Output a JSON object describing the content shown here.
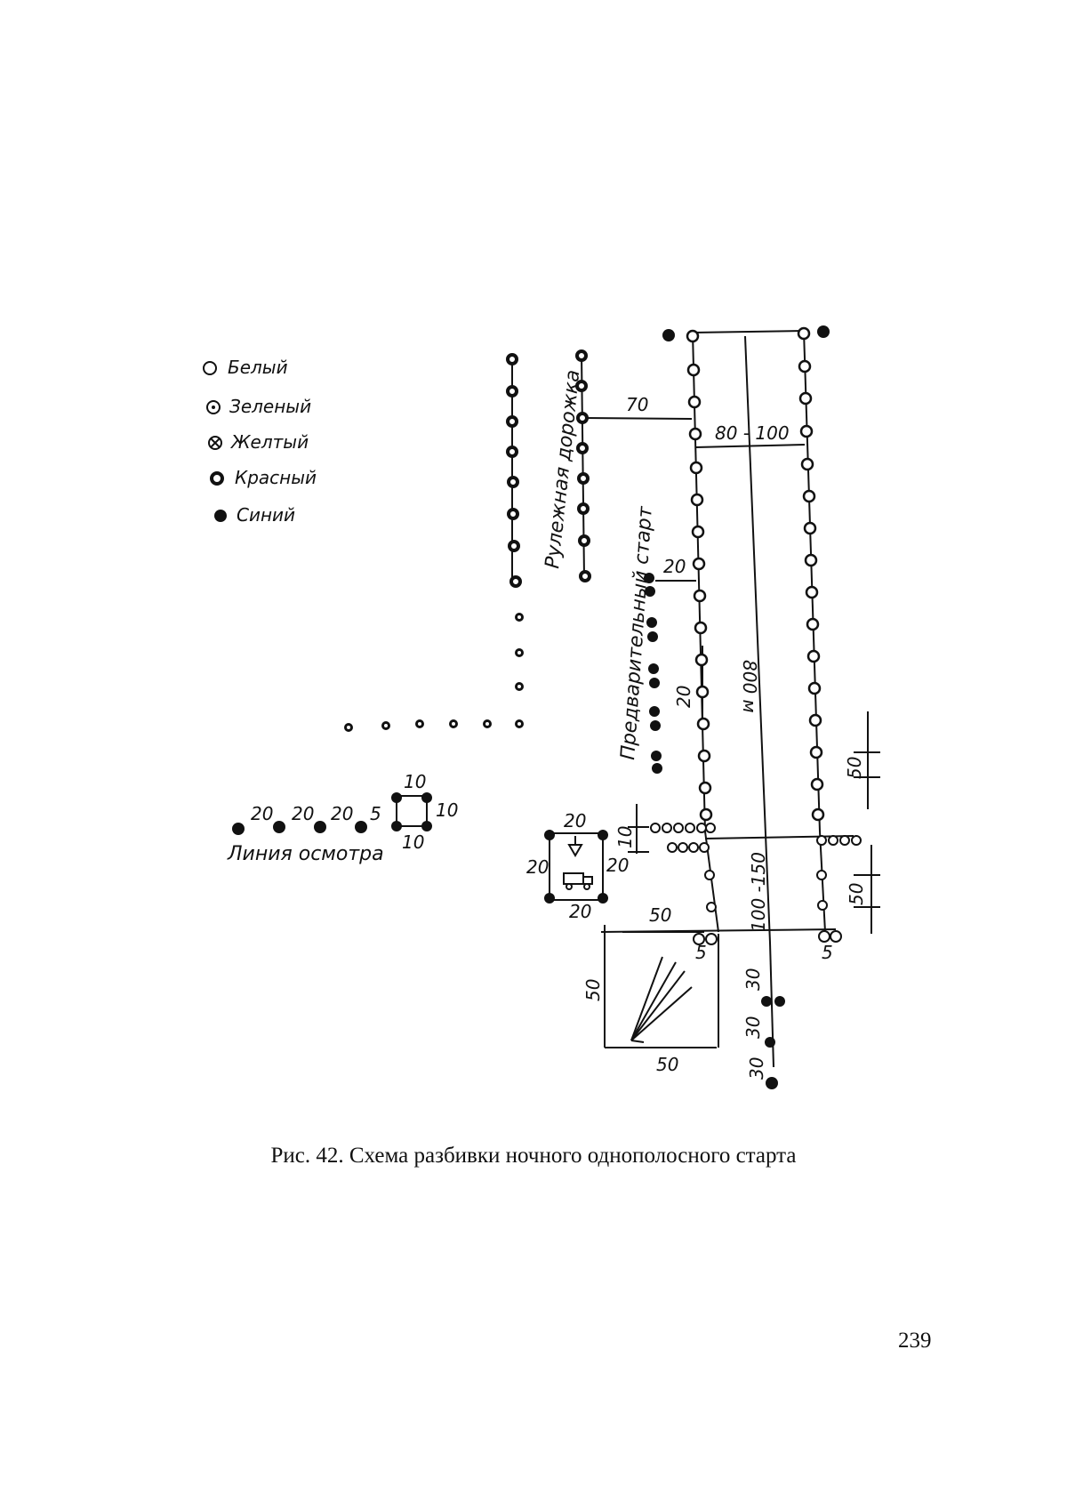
{
  "legend": {
    "white": "Белый",
    "green": "Зеленый",
    "yellow": "Желтый",
    "red": "Красный",
    "blue": "Синий"
  },
  "labels": {
    "taxiway": "Рулежная дорожка",
    "preliminary_start": "Предварительный старт",
    "inspection_line": "Линия осмотра",
    "dim_800": "800 м",
    "dim_80_100": "80 - 100",
    "dim_70": "70",
    "dim_100_150": "100 -150",
    "dim_20": "20",
    "dim_10": "10",
    "dim_50": "50",
    "dim_5": "5",
    "dim_30": "30"
  },
  "caption": "Рис. 42. Схема разбивки ночного однополосного старта",
  "page_number": "239"
}
